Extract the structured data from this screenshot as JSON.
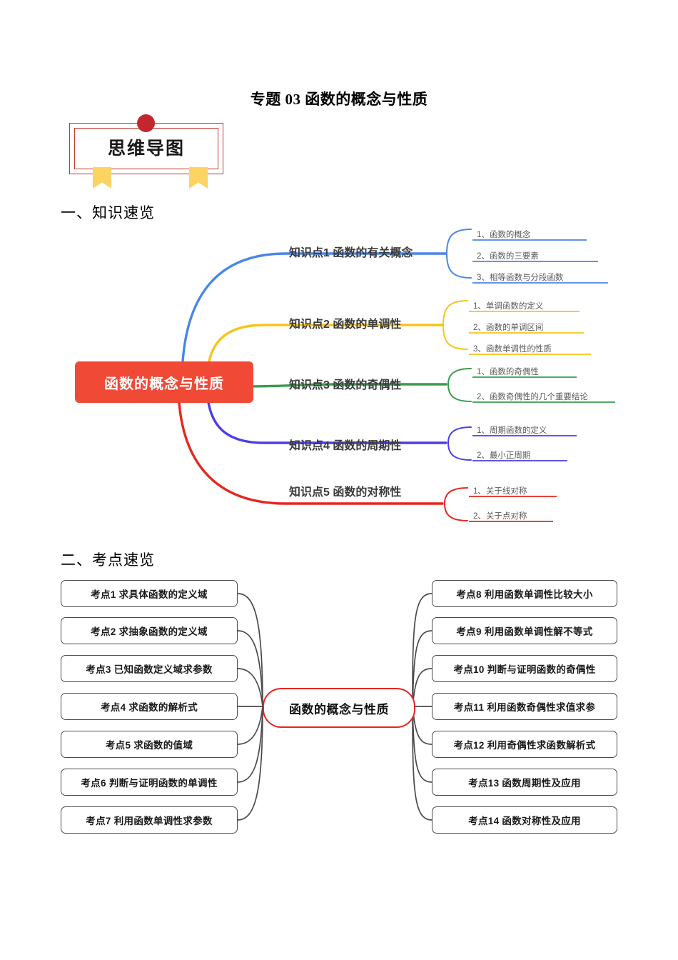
{
  "document": {
    "title": "专题 03  函数的概念与性质",
    "badge_label": "思维导图",
    "sections": {
      "knowledge": "一、知识速览",
      "exam_points": "二、考点速览"
    }
  },
  "mindmap_knowledge": {
    "center": "函数的概念与性质",
    "center_color": "#f04a37",
    "branches": [
      {
        "label": "知识点1  函数的有关概念",
        "color": "#4a86e8",
        "items": [
          "1、函数的概念",
          "2、函数的三要素",
          "3、相等函数与分段函数"
        ]
      },
      {
        "label": "知识点2  函数的单调性",
        "color": "#f5c518",
        "items": [
          "1、单调函数的定义",
          "2、函数的单调区间",
          "3、函数单调性的性质"
        ]
      },
      {
        "label": "知识点3  函数的奇偶性",
        "color": "#3a9b4e",
        "items": [
          "1、函数的奇偶性",
          "2、函数奇偶性的几个重要结论"
        ]
      },
      {
        "label": "知识点4  函数的周期性",
        "color": "#4b3ee8",
        "items": [
          "1、周期函数的定义",
          "2、最小正周期"
        ]
      },
      {
        "label": "知识点5  函数的对称性",
        "color": "#e8251f",
        "items": [
          "1、关于线对称",
          "2、关于点对称"
        ]
      }
    ]
  },
  "mindmap_exam_points": {
    "center": "函数的概念与性质",
    "center_border_color": "#e8251f",
    "left_items": [
      "考点1  求具体函数的定义域",
      "考点2  求抽象函数的定义域",
      "考点3  已知函数定义域求参数",
      "考点4  求函数的解析式",
      "考点5  求函数的值域",
      "考点6  判断与证明函数的单调性",
      "考点7  利用函数单调性求参数"
    ],
    "right_items": [
      "考点8  利用函数单调性比较大小",
      "考点9  利用函数单调性解不等式",
      "考点10  判断与证明函数的奇偶性",
      "考点11  利用函数奇偶性求值求参",
      "考点12  利用奇偶性求函数解析式",
      "考点13 函数周期性及应用",
      "考点14  函数对称性及应用"
    ]
  }
}
